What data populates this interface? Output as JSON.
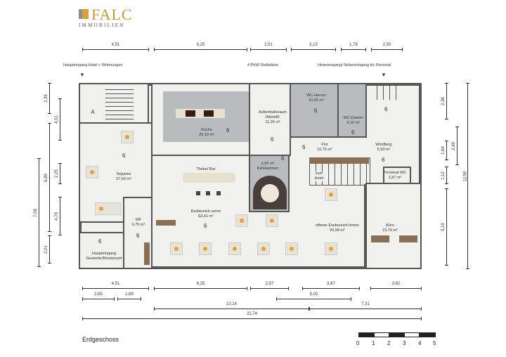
{
  "logo": {
    "brand": "FALC",
    "sub": "IMMOBILIEN",
    "colors": {
      "gold": "#c8973a",
      "gray": "#8a8f96"
    }
  },
  "notes": {
    "entrance_hotel": "Haupteingang Hotel + Wohnungen",
    "parking": "4 PKW Stellplätze",
    "rear_entrance": "Hintereingang/ Nebeneingang für Personal"
  },
  "dims_top": [
    "4,51",
    "6,25",
    "2,51",
    "3,13",
    "1,78",
    "2,30"
  ],
  "dims_bottom_1": [
    "4,51",
    "6,25",
    "2,57",
    "3,87",
    "3,62"
  ],
  "dims_bottom_2": [
    "2,65",
    "1,69",
    "5,02"
  ],
  "dims_bottom_3": [
    "10,14",
    "7,31"
  ],
  "dims_bottom_4": "22,74",
  "dims_left": [
    "2,39",
    "4,51",
    "2,25",
    "6,89",
    "7,08",
    "4,78",
    "2,01"
  ],
  "dims_right": [
    "2,36",
    "1,64",
    "2,49",
    "1,12",
    "12,50",
    "5,19"
  ],
  "rooms": {
    "a": {
      "name": "A"
    },
    "separee": {
      "name": "Séparée",
      "area": "27,50 m²"
    },
    "kueche": {
      "name": "Küche",
      "area": "26,19 m²"
    },
    "aufenthalt": {
      "name": "Aufenthaltsraum",
      "name2": "/Abstellf.",
      "area": "11,26 m²"
    },
    "wc_herren": {
      "name": "WC-Herren",
      "area": "10,60 m²"
    },
    "wc_damen": {
      "name": "WC-Damen",
      "area": "6,16 m²"
    },
    "flur": {
      "name": "Flur",
      "area": "10,76 m²"
    },
    "windfang": {
      "name": "Windfang",
      "area": "5,93 m²"
    },
    "personal_wc": {
      "name": "Personal WC",
      "area": "1,87 m²"
    },
    "kuehlkammer": {
      "name": "Kühlkammer",
      "area": "3,65 m²"
    },
    "zum_hotel": {
      "name": "zum",
      "name2": "Hotel"
    },
    "theke": {
      "name": "Theke/ Bar"
    },
    "essbereich_vorne": {
      "name": "Essbereich vorne",
      "area": "63,41 m²"
    },
    "essbereich_hinten": {
      "name": "offener Essbereich hinten",
      "area": "20,98 m²"
    },
    "buero": {
      "name": "Büro",
      "area": "15,79 m²"
    },
    "wf": {
      "name": "WF",
      "area": "6,70 m²"
    },
    "haupteingang": {
      "name": "Haupteingang",
      "name2": "Gewerbe/Restaurant"
    }
  },
  "marker": "6",
  "floor_title": "Erdgeschoss",
  "scale_labels": [
    "0",
    "1",
    "2",
    "3",
    "4",
    "5"
  ]
}
